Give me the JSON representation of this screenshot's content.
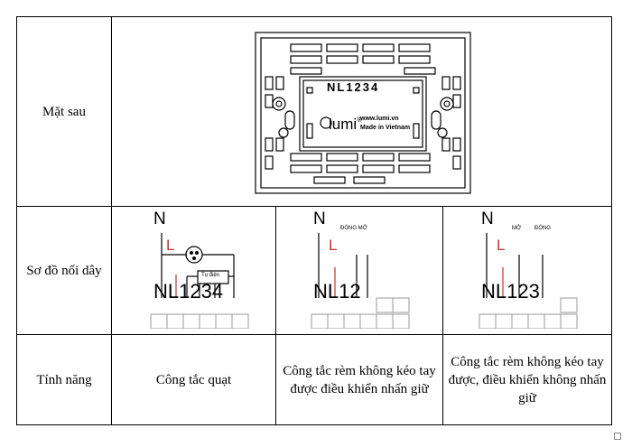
{
  "rows": [
    {
      "label": "Mặt sau"
    },
    {
      "label": "Sơ đồ nối dây"
    },
    {
      "label": "Tính năng"
    }
  ],
  "back": {
    "model": "NL1234",
    "brand": "lumi",
    "brand_mark": "®",
    "url": "www.lumi.vn",
    "made": "Made in Vietnam"
  },
  "diagrams": [
    {
      "n": "N",
      "l": "L",
      "terminals": "NL1234",
      "device_label": "Tụ điện"
    },
    {
      "n": "N",
      "l": "L",
      "terminals": "NL12",
      "top_label": "ĐÓNG MỞ"
    },
    {
      "n": "N",
      "l": "L",
      "terminals": "NL123",
      "label_a": "MỞ",
      "label_b": "ĐÓNG"
    }
  ],
  "features": [
    "Công tắc quạt",
    "Công tắc rèm không kéo tay được điều khiển nhấn giữ",
    "Công tắc rèm không kéo tay được, điều khiển không nhấn giữ"
  ],
  "colors": {
    "line": "#000000",
    "red": "#d22b2b",
    "gray": "#9a9a9a"
  }
}
